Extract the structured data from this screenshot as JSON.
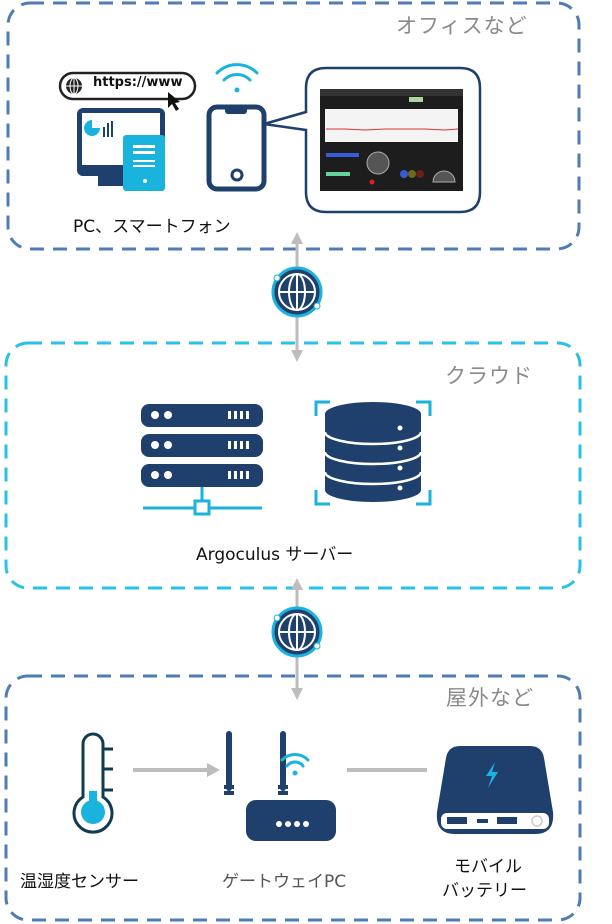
{
  "zones": {
    "office": {
      "label": "オフィスなど",
      "caption": "PC、スマートフォン",
      "url_text": "https://www"
    },
    "cloud": {
      "label": "クラウド",
      "caption": "Argoculus サーバー"
    },
    "outdoor": {
      "label": "屋外など",
      "sensor_caption": "温湿度センサー",
      "gateway_caption": "ゲートウェイPC",
      "battery_caption_line1": "モバイル",
      "battery_caption_line2": "バッテリー"
    }
  },
  "colors": {
    "zone_border": "#4f7cb4",
    "cloud_border": "#29c1e6",
    "navy": "#1f3f6c",
    "cyan": "#1ab3de",
    "arrow": "#bdbdbd"
  },
  "icons": [
    "globe-icon",
    "monitor-icon",
    "tower-pc-icon",
    "smartphone-icon",
    "wifi-icon",
    "server-rack-icon",
    "database-icon",
    "thermometer-icon",
    "router-icon",
    "power-bank-icon",
    "cursor-icon"
  ]
}
